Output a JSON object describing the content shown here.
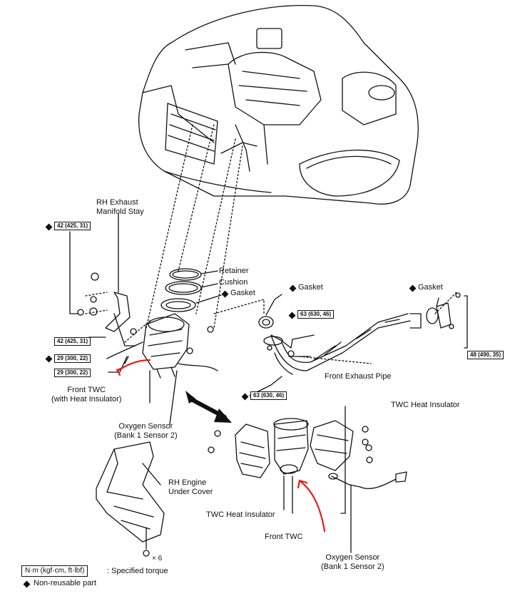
{
  "labels": {
    "rh_manifold_stay": [
      "RH Exhaust",
      "Manifold Stay"
    ],
    "retainer": "Retainer",
    "cushion": "Cushion",
    "gasket_left": "Gasket",
    "gasket_mid": "Gasket",
    "gasket_right": "Gasket",
    "front_twc_ins": [
      "Front TWC",
      "(with Heat Insulator)"
    ],
    "oxygen_top": [
      "Oxygen Sensor",
      "(Bank 1 Sensor 2)"
    ],
    "front_exhaust_pipe": "Front Exhaust Pipe",
    "twc_heat_ins_right": "TWC Heat Insulator",
    "rh_under_cover": [
      "RH Engine",
      "Under Cover"
    ],
    "twc_heat_ins_left": "TWC Heat Insulator",
    "front_twc": "Front TWC",
    "oxygen_bottom": [
      "Oxygen Sensor",
      "(Bank 1 Sensor 2)"
    ],
    "bolt_count": "× 6"
  },
  "torques": {
    "t1": "42 (425, 31)",
    "t2": "42 (425, 31)",
    "t3": "29 (300, 22)",
    "t4": "29 (300, 22)",
    "t5": "63 (630, 46)",
    "t6": "63 (630, 46)",
    "t7": "48 (490, 35)"
  },
  "legend": {
    "unit_box": "N·m (kgf·cm, ft·lbf)",
    "unit_text": ": Specified torque",
    "nonreusable": "Non-reusable part"
  },
  "colors": {
    "line": "#111111",
    "annotation": "#e0201b"
  }
}
